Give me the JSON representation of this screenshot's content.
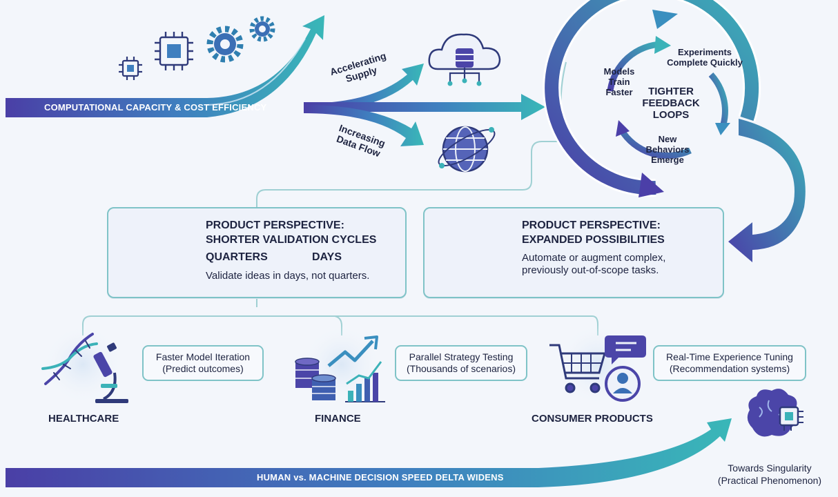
{
  "banners": {
    "top": "COMPUTATIONAL CAPACITY & COST EFFICIENCY",
    "bottom": "HUMAN vs. MACHINE DECISION SPEED DELTA WIDENS"
  },
  "branches": {
    "supply": "Accelerating Supply",
    "data": "Increasing Data Flow"
  },
  "loop": {
    "node_models": "Models Train Faster",
    "node_experiments": "Experiments Complete Quickly",
    "node_behaviors": "New Behaviors Emerge",
    "center": "TIGHTER FEEDBACK LOOPS"
  },
  "panels": {
    "validation": {
      "title": "PRODUCT PERSPECTIVE: SHORTER VALIDATION CYCLES",
      "from": "QUARTERS",
      "to": "DAYS",
      "body": "Validate ideas in days, not quarters."
    },
    "possibilities": {
      "title": "PRODUCT PERSPECTIVE: EXPANDED POSSIBILITIES",
      "body": "Automate or augment complex, previously out-of-scope tasks."
    }
  },
  "sectors": [
    {
      "name": "HEALTHCARE",
      "callout_title": "Faster Model Iteration",
      "callout_sub": "(Predict outcomes)"
    },
    {
      "name": "FINANCE",
      "callout_title": "Parallel Strategy Testing",
      "callout_sub": "(Thousands of scenarios)"
    },
    {
      "name": "CONSUMER PRODUCTS",
      "callout_title": "Real-Time Experience Tuning",
      "callout_sub": "(Recommendation systems)"
    }
  ],
  "singularity": {
    "title": "Towards Singularity",
    "sub": "(Practical Phenomenon)"
  },
  "icons": [
    "chip-icon",
    "gear-icon",
    "cloud-database-icon",
    "globe-network-icon",
    "stopwatch-icon",
    "rocket-icon",
    "dna-icon",
    "microscope-icon",
    "coin-stack-icon",
    "trend-up-icon",
    "bar-chart-icon",
    "shopping-cart-icon",
    "chat-bubble-icon",
    "user-avatar-icon",
    "brain-chip-icon"
  ],
  "colors": {
    "purple": "#4b45a8",
    "teal": "#3bb2b8",
    "text": "#1d2340",
    "panel_border": "#7fc3c7"
  }
}
